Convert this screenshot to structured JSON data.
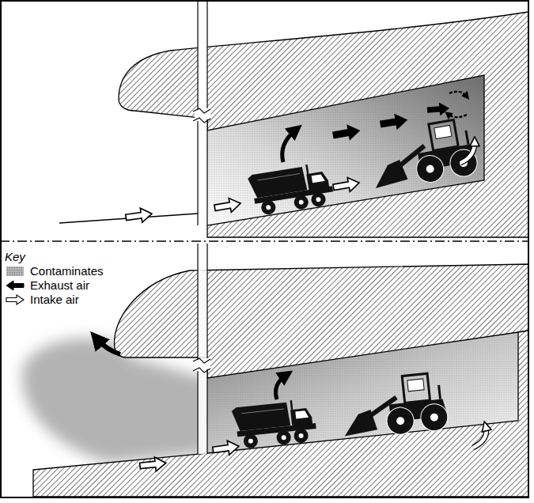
{
  "diagram": {
    "labels": [
      "Key"
    ],
    "legend": [
      {
        "text": "Contaminates",
        "color": "#b3b3b3"
      },
      {
        "text": "Exhaust air"
      },
      {
        "text": "Intake air"
      }
    ]
  }
}
